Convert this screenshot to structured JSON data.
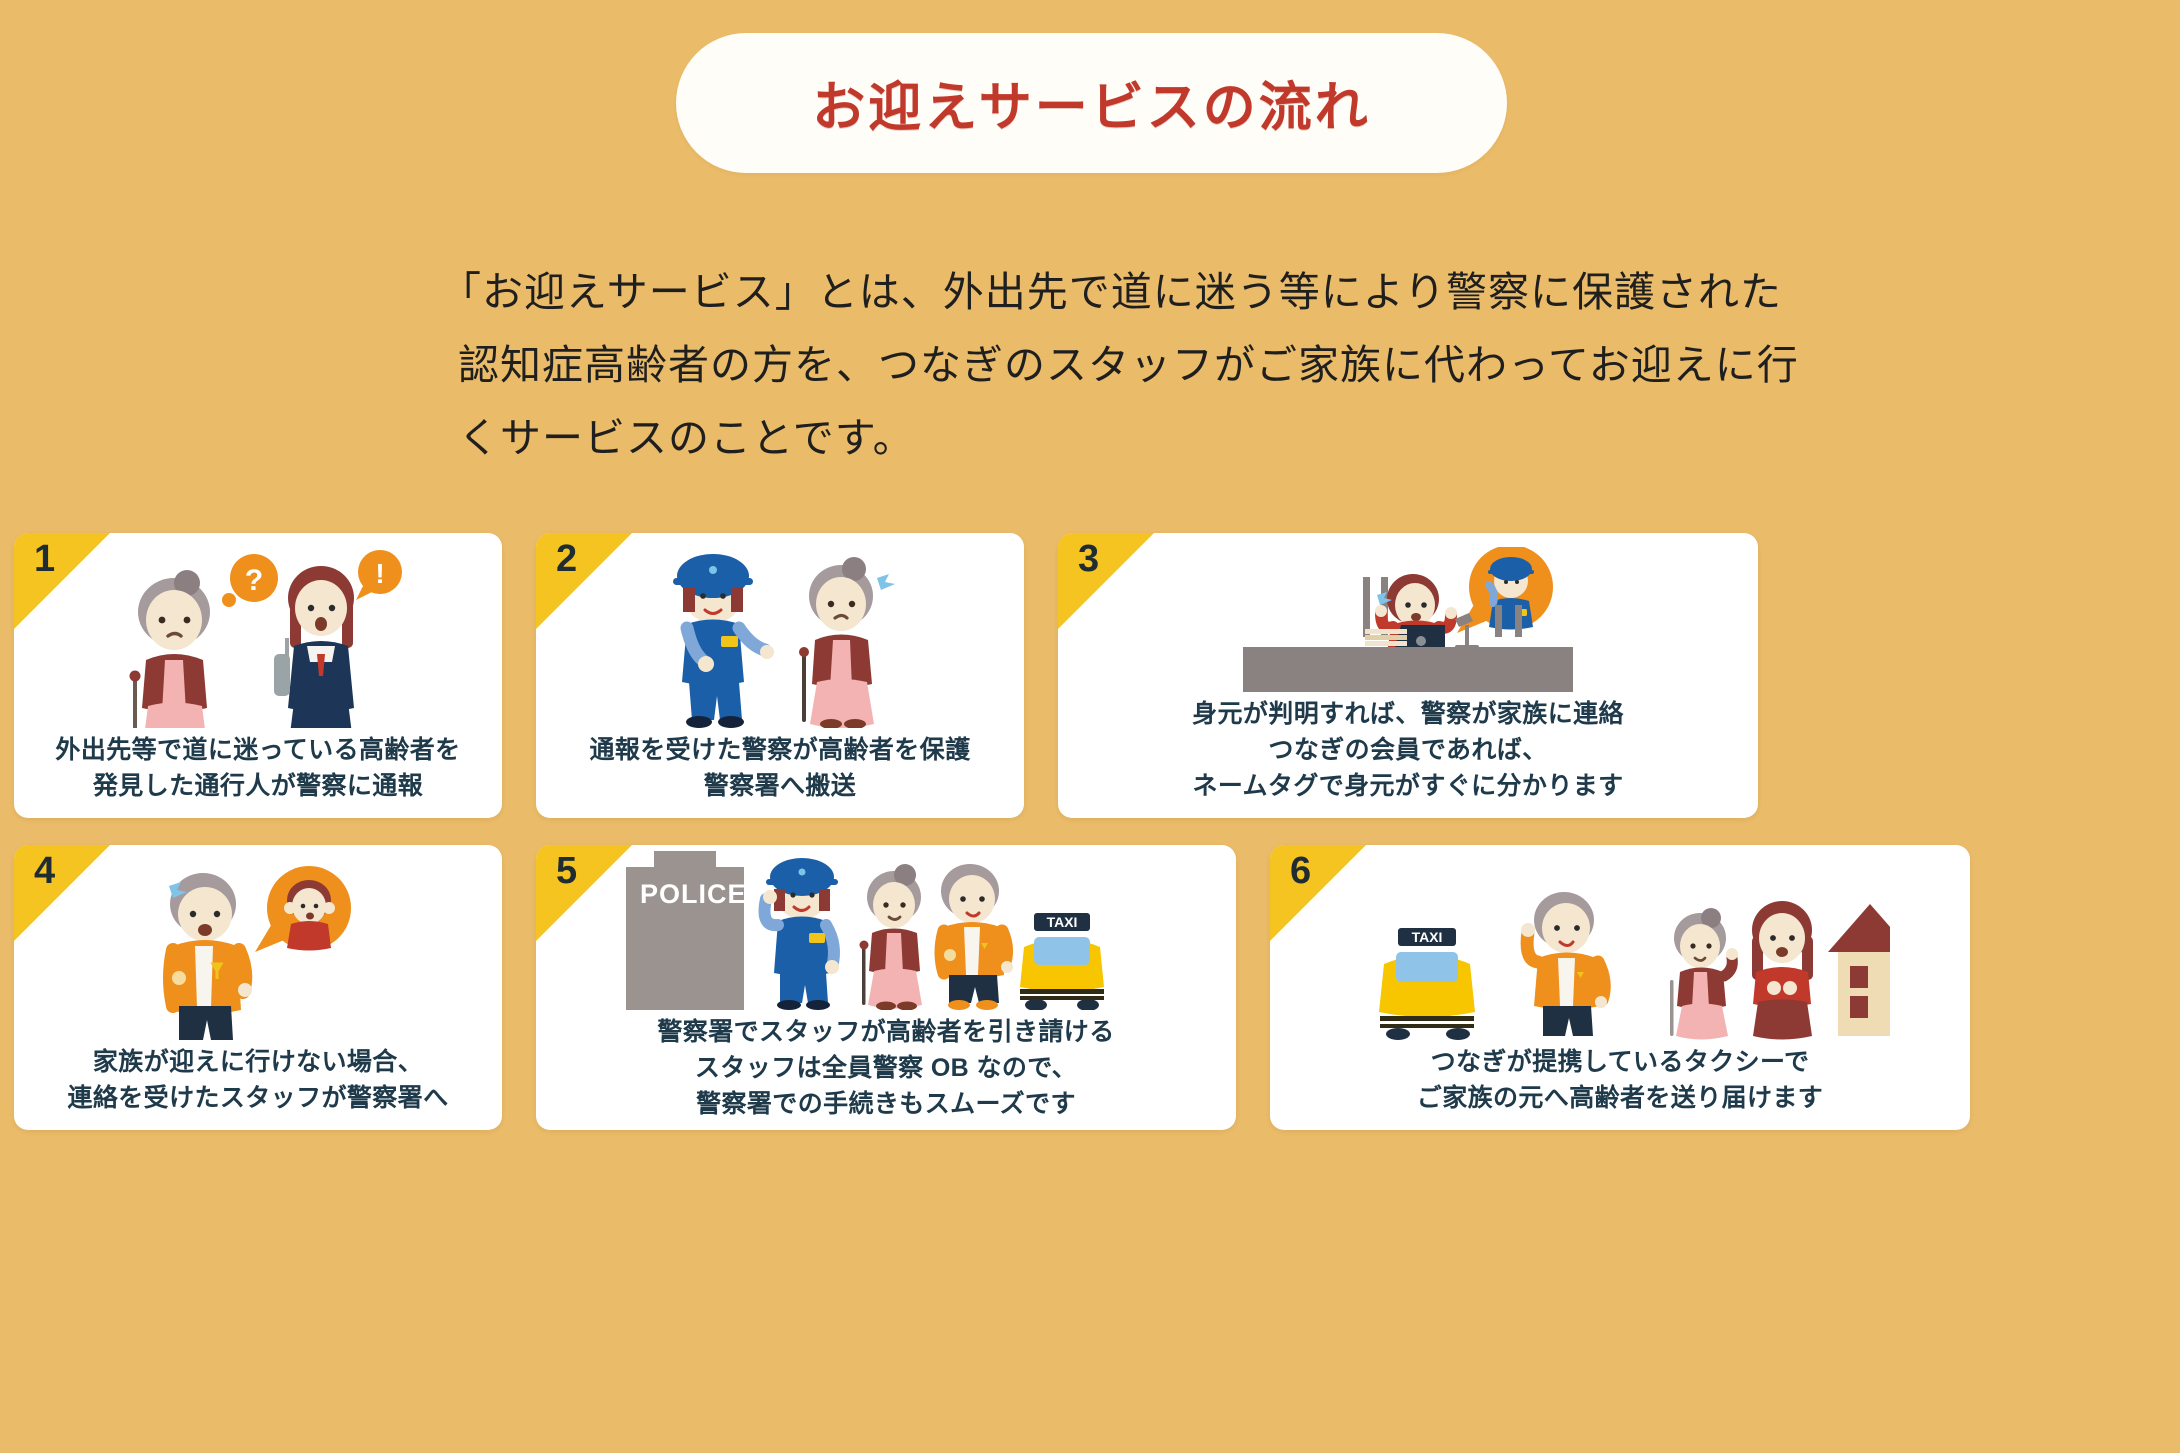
{
  "page": {
    "background_color": "#eabb68",
    "title": "お迎えサービスの流れ",
    "title_color": "#c0392b",
    "card_background": "#ffffff",
    "ribbon_color": "#f5c421",
    "caption_color": "#1f3a4a"
  },
  "intro": {
    "line1": "「お迎えサービス」とは、外出先で道に迷う等により警察に保護された",
    "line2": "認知症高齢者の方を、つなぎのスタッフがご家族に代わってお迎えに行",
    "line3": "くサービスのことです。"
  },
  "steps": [
    {
      "number": "1",
      "caption_lines": [
        "外出先等で道に迷っている高齢者を",
        "発見した通行人が警察に通報"
      ],
      "illustration": "elderly-woman-lost-and-passerby-calling-police",
      "bubbles": [
        "?",
        "!"
      ]
    },
    {
      "number": "2",
      "caption_lines": [
        "通報を受けた警察が高齢者を保護",
        "警察署へ搬送"
      ],
      "illustration": "police-officer-protecting-elderly-woman",
      "bubbles": []
    },
    {
      "number": "3",
      "caption_lines": [
        "身元が判明すれば、警察が家族に連絡",
        "つなぎの会員であれば、",
        "ネームタグで身元がすぐに分かります"
      ],
      "illustration": "office-worker-at-desk-receiving-call-from-police",
      "bubbles": []
    },
    {
      "number": "4",
      "caption_lines": [
        "家族が迎えに行けない場合、",
        "連絡を受けたスタッフが警察署へ"
      ],
      "illustration": "staff-member-receiving-call-from-family",
      "bubbles": []
    },
    {
      "number": "5",
      "caption_lines": [
        "警察署でスタッフが高齢者を引き請ける",
        "スタッフは全員警察 OB なので、",
        "警察署での手続きもスムーズです"
      ],
      "illustration": "police-station-officer-elderly-staff-and-taxi",
      "labels": {
        "building": "POLICE",
        "taxi": "TAXI"
      }
    },
    {
      "number": "6",
      "caption_lines": [
        "つなぎが提携しているタクシーで",
        "ご家族の元へ高齢者を送り届けます"
      ],
      "illustration": "taxi-staff-elderly-family-and-home",
      "labels": {
        "taxi": "TAXI"
      }
    }
  ]
}
